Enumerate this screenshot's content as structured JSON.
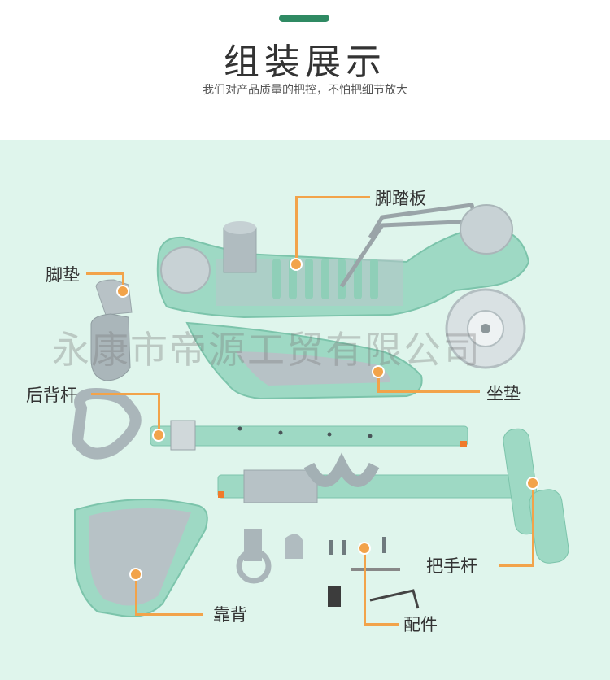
{
  "header": {
    "title": "组装展示",
    "subtitle": "我们对产品质量的把控，不怕把细节放大"
  },
  "watermark": "永康市帝源工贸有限公司",
  "labels": {
    "footboard": "脚踏板",
    "footpad": "脚垫",
    "back_rod": "后背杆",
    "seat_cushion": "坐垫",
    "handlebar": "把手杆",
    "backrest": "靠背",
    "accessories": "配件"
  },
  "colors": {
    "accent": "#2f8a63",
    "mint": "#9ed9c4",
    "leader": "#f2a34a",
    "background": "#dff5ec"
  }
}
